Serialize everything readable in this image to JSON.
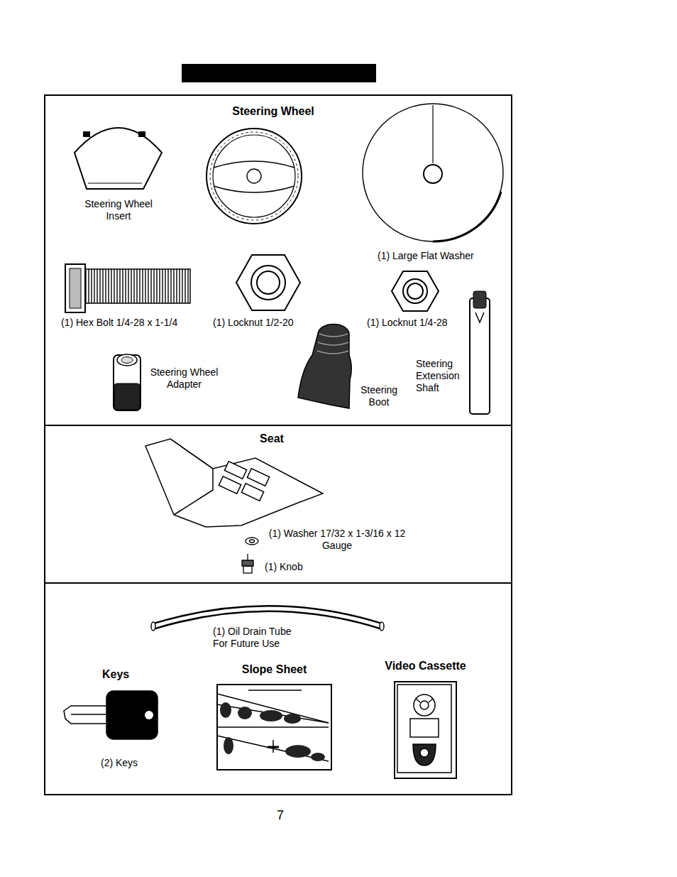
{
  "diagram": {
    "nodes": [
      {
        "text": [
          "Steering Wheel",
          "Steering Wheel Insert",
          "(1) Large Flat Washer",
          "(1) Hex Bolt 1/4-28 x 1-1/4",
          "(1) Locknut 1/2-20",
          "(1) Locknut 1/4-28",
          "Steering Wheel Adapter",
          "Steering Boot",
          "Steering Extension Shaft"
        ]
      },
      {
        "text": [
          "Seat",
          "(1) Washer 17/32 x 1-3/16 x 12 Gauge",
          "(1) Knob"
        ]
      },
      {
        "text": [
          "(1) Oil Drain Tube For Future Use",
          "Keys",
          "(2) Keys"
        ]
      },
      {
        "text": [
          "Slope Sheet"
        ],
        "in": 2
      },
      {
        "text": [
          "Video Cassette"
        ],
        "in": 2
      }
    ],
    "labels": [
      "7"
    ]
  }
}
